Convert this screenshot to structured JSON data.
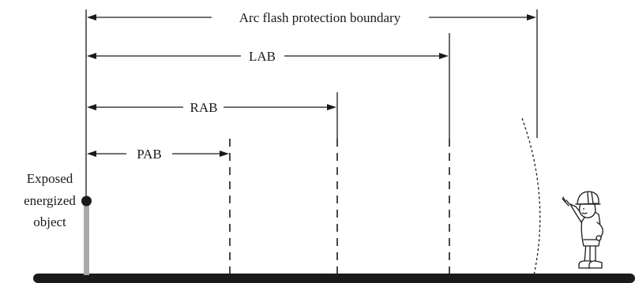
{
  "labels": {
    "arc_flash": "Arc flash protection boundary",
    "lab": "LAB",
    "rab": "RAB",
    "pab": "PAB",
    "object_line1": "Exposed",
    "object_line2": "energized",
    "object_line3": "object"
  },
  "icons": {
    "worker": "worker-pointing-icon"
  }
}
